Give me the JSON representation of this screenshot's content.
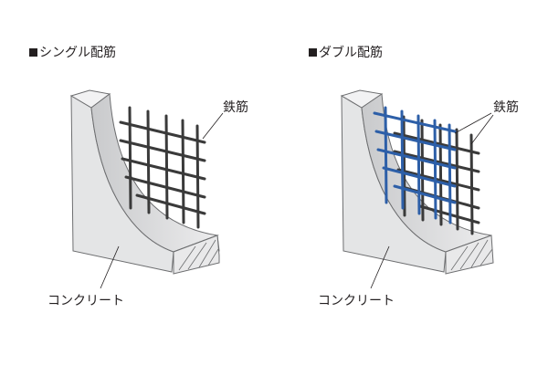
{
  "panels": [
    {
      "id": "single",
      "title": "シングル配筋",
      "rebar_label": "鉄筋",
      "concrete_label": "コンクリート",
      "rebar_color": "#3a3a3a"
    },
    {
      "id": "double",
      "title": "ダブル配筋",
      "rebar_label": "鉄筋",
      "concrete_label": "コンクリート",
      "rebar_color": "#3a3a3a",
      "front_rebar_color": "#2d5fa8"
    }
  ],
  "colors": {
    "concrete_front": "#e6e6e7",
    "concrete_side": "#f1f1f2",
    "concrete_curve": "#d2d3d5",
    "outline": "#595959"
  }
}
